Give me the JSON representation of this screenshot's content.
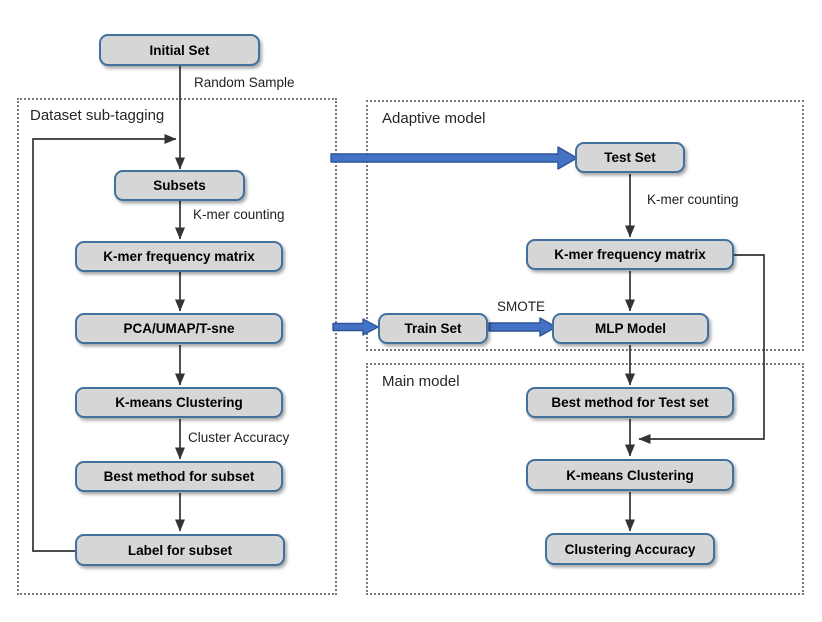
{
  "groups": {
    "dataset_sub_tagging": {
      "label": "Dataset sub-tagging"
    },
    "adaptive_model": {
      "label": "Adaptive model"
    },
    "main_model": {
      "label": "Main model"
    }
  },
  "nodes": {
    "initial_set": "Initial Set",
    "subsets": "Subsets",
    "kmer_frequency_matrix_left": "K-mer frequency matrix",
    "pca_umap_tsne": "PCA/UMAP/T-sne",
    "kmeans_clustering_left": "K-means Clustering",
    "best_method_for_subset": "Best method for subset",
    "label_for_subset": "Label for subset",
    "test_set": "Test Set",
    "kmer_frequency_matrix_right": "K-mer frequency matrix",
    "train_set": "Train Set",
    "mlp_model": "MLP Model",
    "best_method_for_test_set": "Best method for Test set",
    "kmeans_clustering_right": "K-means Clustering",
    "clustering_accuracy": "Clustering Accuracy"
  },
  "edge_labels": {
    "random_sample": "Random Sample",
    "kmer_counting_left": "K-mer counting",
    "cluster_accuracy": "Cluster Accuracy",
    "kmer_counting_right": "K-mer counting",
    "smote": "SMOTE"
  },
  "colors": {
    "node_fill": "#d6d6d6",
    "node_border": "#41719c",
    "arrow_blue": "#4472c4",
    "arrow_blue_dark": "#2f5597",
    "line": "#333333",
    "group_border": "#7a7a7a",
    "text": "#000000",
    "canvas_bg": "#ffffff"
  }
}
